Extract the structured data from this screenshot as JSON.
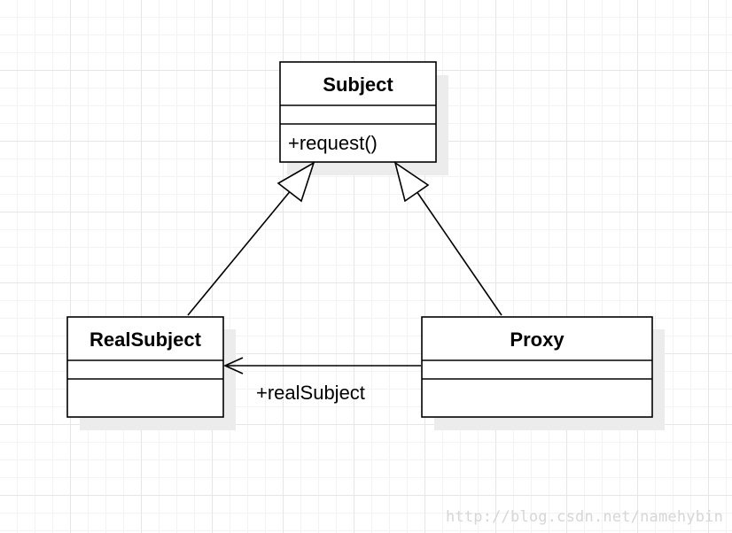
{
  "classes": {
    "subject": {
      "name": "Subject",
      "methods": [
        "+request()"
      ]
    },
    "real_subject": {
      "name": "RealSubject",
      "methods": []
    },
    "proxy": {
      "name": "Proxy",
      "methods": []
    }
  },
  "relations": [
    {
      "type": "generalization",
      "from": "RealSubject",
      "to": "Subject"
    },
    {
      "type": "generalization",
      "from": "Proxy",
      "to": "Subject"
    },
    {
      "type": "association",
      "from": "Proxy",
      "to": "RealSubject",
      "role": "+realSubject"
    }
  ],
  "watermark": "http://blog.csdn.net/namehybin"
}
